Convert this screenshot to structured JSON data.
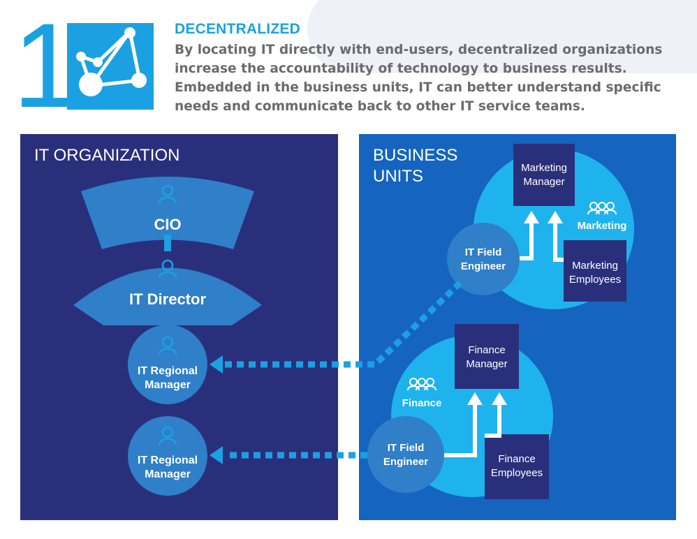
{
  "header": {
    "number": "1",
    "title": "DECENTRALIZED",
    "description_lines": [
      "By locating IT directly with end-users, decentralized organizations",
      "increase the accountability of technology to business results.",
      "Embedded in the business units, IT can better understand specific",
      "needs and communicate back to other IT service teams."
    ]
  },
  "it_org": {
    "label": "IT ORGANIZATION",
    "cio": "CIO",
    "director": "IT Director",
    "regional_manager_1": [
      "IT Regional",
      "Manager"
    ],
    "regional_manager_2": [
      "IT Regional",
      "Manager"
    ]
  },
  "business": {
    "label_lines": [
      "BUSINESS",
      "UNITS"
    ],
    "marketing": {
      "group": "Marketing",
      "manager": [
        "Marketing",
        "Manager"
      ],
      "employees": [
        "Marketing",
        "Employees"
      ],
      "engineer": [
        "IT Field",
        "Engineer"
      ]
    },
    "finance": {
      "group": "Finance",
      "manager": [
        "Finance",
        "Manager"
      ],
      "employees": [
        "Finance",
        "Employees"
      ],
      "engineer": [
        "IT Field",
        "Engineer"
      ]
    }
  },
  "colors": {
    "accent": "#1ba1e2",
    "left_panel": "#2a2f7c",
    "right_panel": "#1564c0",
    "box": "#2a2f7c",
    "arc": "#2f7fc9",
    "circle_light": "#1fb3ee"
  }
}
